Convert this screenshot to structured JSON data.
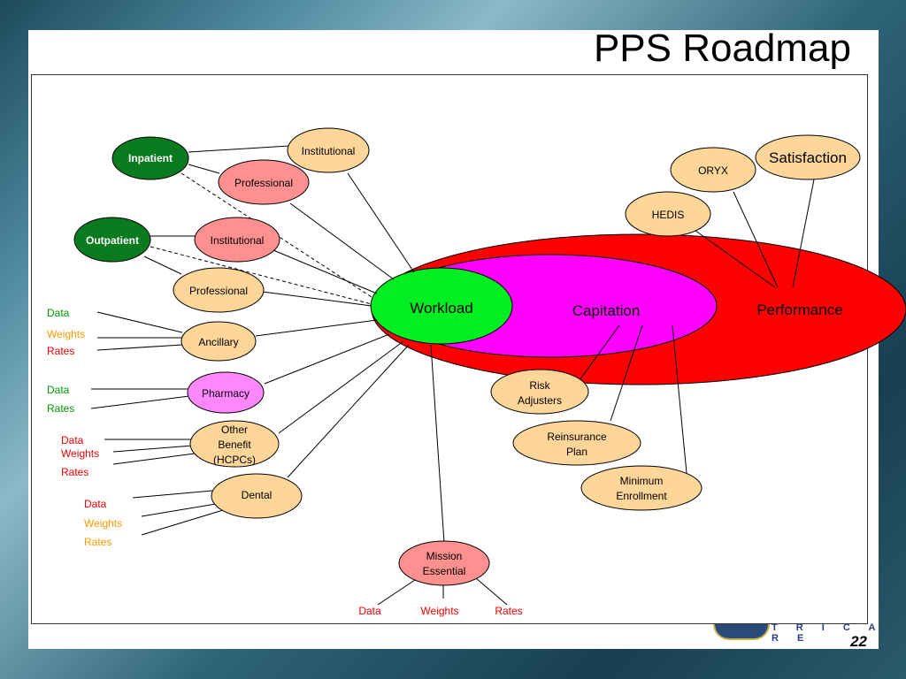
{
  "slide": {
    "title": "PPS Roadmap",
    "page_number": "22",
    "brand_text": "T R I C A R E"
  },
  "diagram": {
    "center": {
      "workload": "Workload",
      "capitation": "Capitation",
      "performance": "Performance"
    },
    "sources": {
      "inpatient": "Inpatient",
      "outpatient": "Outpatient",
      "institutional_1": "Institutional",
      "professional_1": "Professional",
      "institutional_2": "Institutional",
      "professional_2": "Professional",
      "ancillary": "Ancillary",
      "pharmacy": "Pharmacy",
      "other_benefit": [
        "Other",
        "Benefit",
        "(HCPCs)"
      ],
      "dental": "Dental",
      "mission_essential": [
        "Mission",
        "Essential"
      ]
    },
    "capitation_items": {
      "risk_adjusters": [
        "Risk",
        "Adjusters"
      ],
      "reinsurance_plan": [
        "Reinsurance",
        "Plan"
      ],
      "minimum_enrollment": [
        "Minimum",
        "Enrollment"
      ]
    },
    "performance_items": {
      "satisfaction": "Satisfaction",
      "oryx": "ORYX",
      "hedis": "HEDIS"
    },
    "ancillary_labels": {
      "data": "Data",
      "weights": "Weights",
      "rates": "Rates"
    },
    "pharmacy_labels": {
      "data": "Data",
      "rates": "Rates"
    },
    "other_benefit_labels": {
      "data": "Data",
      "weights": "Weights",
      "rates": "Rates"
    },
    "dental_labels": {
      "data": "Data",
      "weights": "Weights",
      "rates": "Rates"
    },
    "mission_labels": {
      "data": "Data",
      "weights": "Weights",
      "rates": "Rates"
    }
  },
  "colors": {
    "green_dark": "#0a7a1e",
    "green_bright": "#00ee22",
    "peach": "#ffd699",
    "salmon": "#ff9090",
    "pink": "#ff88ff",
    "magenta": "#ff00ff",
    "red": "#ff0000",
    "label_green": "#009900",
    "label_orange": "#ff9900",
    "label_red": "#ee0000"
  }
}
